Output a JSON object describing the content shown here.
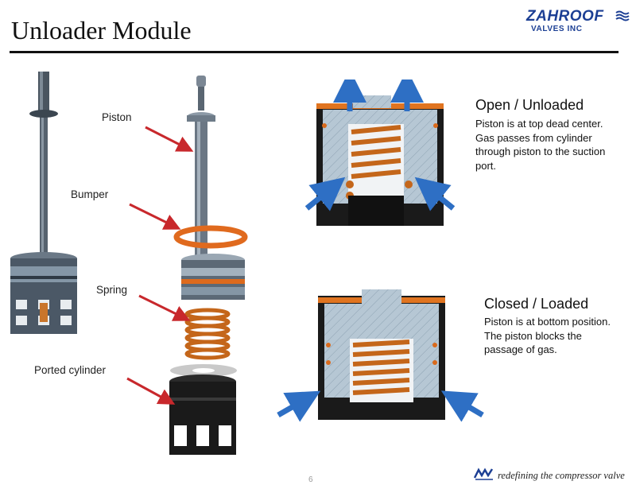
{
  "header": {
    "title": "Unloader Module",
    "brand_name": "ZAHROOF",
    "brand_sub": "VALVES INC"
  },
  "labels": {
    "piston": "Piston",
    "bumper": "Bumper",
    "spring": "Spring",
    "ported_cylinder": "Ported cylinder"
  },
  "states": {
    "open": {
      "title": "Open / Unloaded",
      "body": "Piston is at top dead center. Gas passes from cylinder through piston to the suction port."
    },
    "closed": {
      "title": "Closed / Loaded",
      "body": "Piston is at bottom position. The piston blocks the passage of gas."
    }
  },
  "footer": {
    "page_number": "6",
    "tagline": "redefining the compressor valve"
  },
  "colors": {
    "brand_blue": "#1c3f94",
    "arrow_red": "#c8282c",
    "flow_blue": "#2e6fc4",
    "spring_orange": "#d06a1a",
    "body_black": "#1a1a1a",
    "steel_blue": "#9fb6c8"
  },
  "icons": {
    "brand_logo": "wave-lines-icon",
    "tagline_logo": "zv-logo-icon"
  }
}
